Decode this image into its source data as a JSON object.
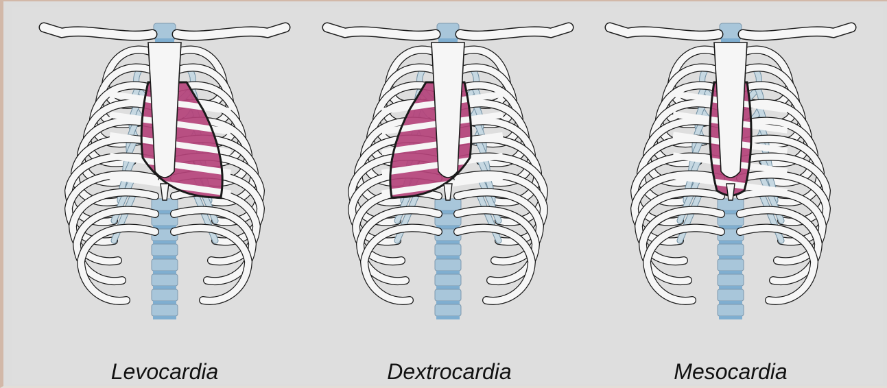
{
  "panels": [
    {
      "id": "levo",
      "label": "Levocardia",
      "heart_side": "left"
    },
    {
      "id": "dextro",
      "label": "Dextrocardia",
      "heart_side": "right"
    },
    {
      "id": "meso",
      "label": "Mesocardia",
      "heart_side": "center"
    }
  ],
  "colors": {
    "background": "#dedede",
    "bone_fill": "#f6f6f6",
    "outline": "#1a1a1a",
    "costal_cartilage": "#c6d8e2",
    "vertebra": "#a8c6da",
    "vertebra_disc": "#7faed0",
    "heart_fill": "#b4427a",
    "frame": "#d2b8a8"
  }
}
